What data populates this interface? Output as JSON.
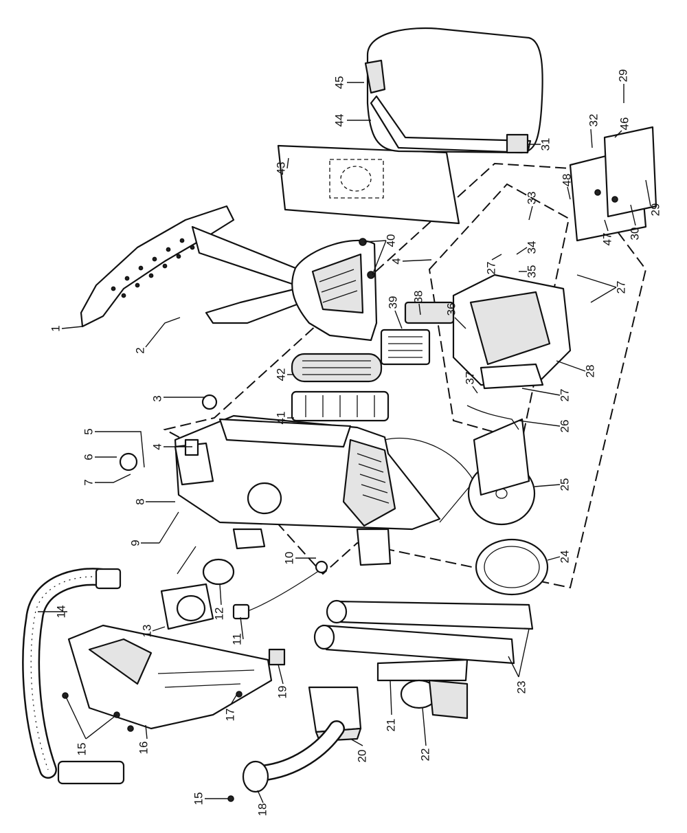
{
  "diagram": {
    "parts": [
      {
        "id": "p1",
        "number": "1"
      },
      {
        "id": "p2",
        "number": "2"
      },
      {
        "id": "p3",
        "number": "3"
      },
      {
        "id": "p4a",
        "number": "4"
      },
      {
        "id": "p4b",
        "number": "4"
      },
      {
        "id": "p5",
        "number": "5"
      },
      {
        "id": "p6",
        "number": "6"
      },
      {
        "id": "p7",
        "number": "7"
      },
      {
        "id": "p8",
        "number": "8"
      },
      {
        "id": "p9",
        "number": "9"
      },
      {
        "id": "p10",
        "number": "10"
      },
      {
        "id": "p11",
        "number": "11"
      },
      {
        "id": "p12",
        "number": "12"
      },
      {
        "id": "p13",
        "number": "13"
      },
      {
        "id": "p14",
        "number": "14"
      },
      {
        "id": "p15a",
        "number": "15"
      },
      {
        "id": "p15b",
        "number": "15"
      },
      {
        "id": "p16",
        "number": "16"
      },
      {
        "id": "p17",
        "number": "17"
      },
      {
        "id": "p18",
        "number": "18"
      },
      {
        "id": "p19",
        "number": "19"
      },
      {
        "id": "p20",
        "number": "20"
      },
      {
        "id": "p21",
        "number": "21"
      },
      {
        "id": "p22",
        "number": "22"
      },
      {
        "id": "p23",
        "number": "23"
      },
      {
        "id": "p24",
        "number": "24"
      },
      {
        "id": "p25",
        "number": "25"
      },
      {
        "id": "p26",
        "number": "26"
      },
      {
        "id": "p27a",
        "number": "27"
      },
      {
        "id": "p27b",
        "number": "27"
      },
      {
        "id": "p27c",
        "number": "27"
      },
      {
        "id": "p28",
        "number": "28"
      },
      {
        "id": "p29a",
        "number": "29"
      },
      {
        "id": "p29b",
        "number": "29"
      },
      {
        "id": "p30",
        "number": "30"
      },
      {
        "id": "p31",
        "number": "31"
      },
      {
        "id": "p32",
        "number": "32"
      },
      {
        "id": "p33",
        "number": "33"
      },
      {
        "id": "p34",
        "number": "34"
      },
      {
        "id": "p35",
        "number": "35"
      },
      {
        "id": "p36",
        "number": "36"
      },
      {
        "id": "p37",
        "number": "37"
      },
      {
        "id": "p38",
        "number": "38"
      },
      {
        "id": "p39",
        "number": "39"
      },
      {
        "id": "p40",
        "number": "40"
      },
      {
        "id": "p41",
        "number": "41"
      },
      {
        "id": "p42",
        "number": "42"
      },
      {
        "id": "p43",
        "number": "43"
      },
      {
        "id": "p44",
        "number": "44"
      },
      {
        "id": "p45",
        "number": "45"
      },
      {
        "id": "p46",
        "number": "46"
      },
      {
        "id": "p47",
        "number": "47"
      },
      {
        "id": "p48",
        "number": "48"
      }
    ]
  }
}
